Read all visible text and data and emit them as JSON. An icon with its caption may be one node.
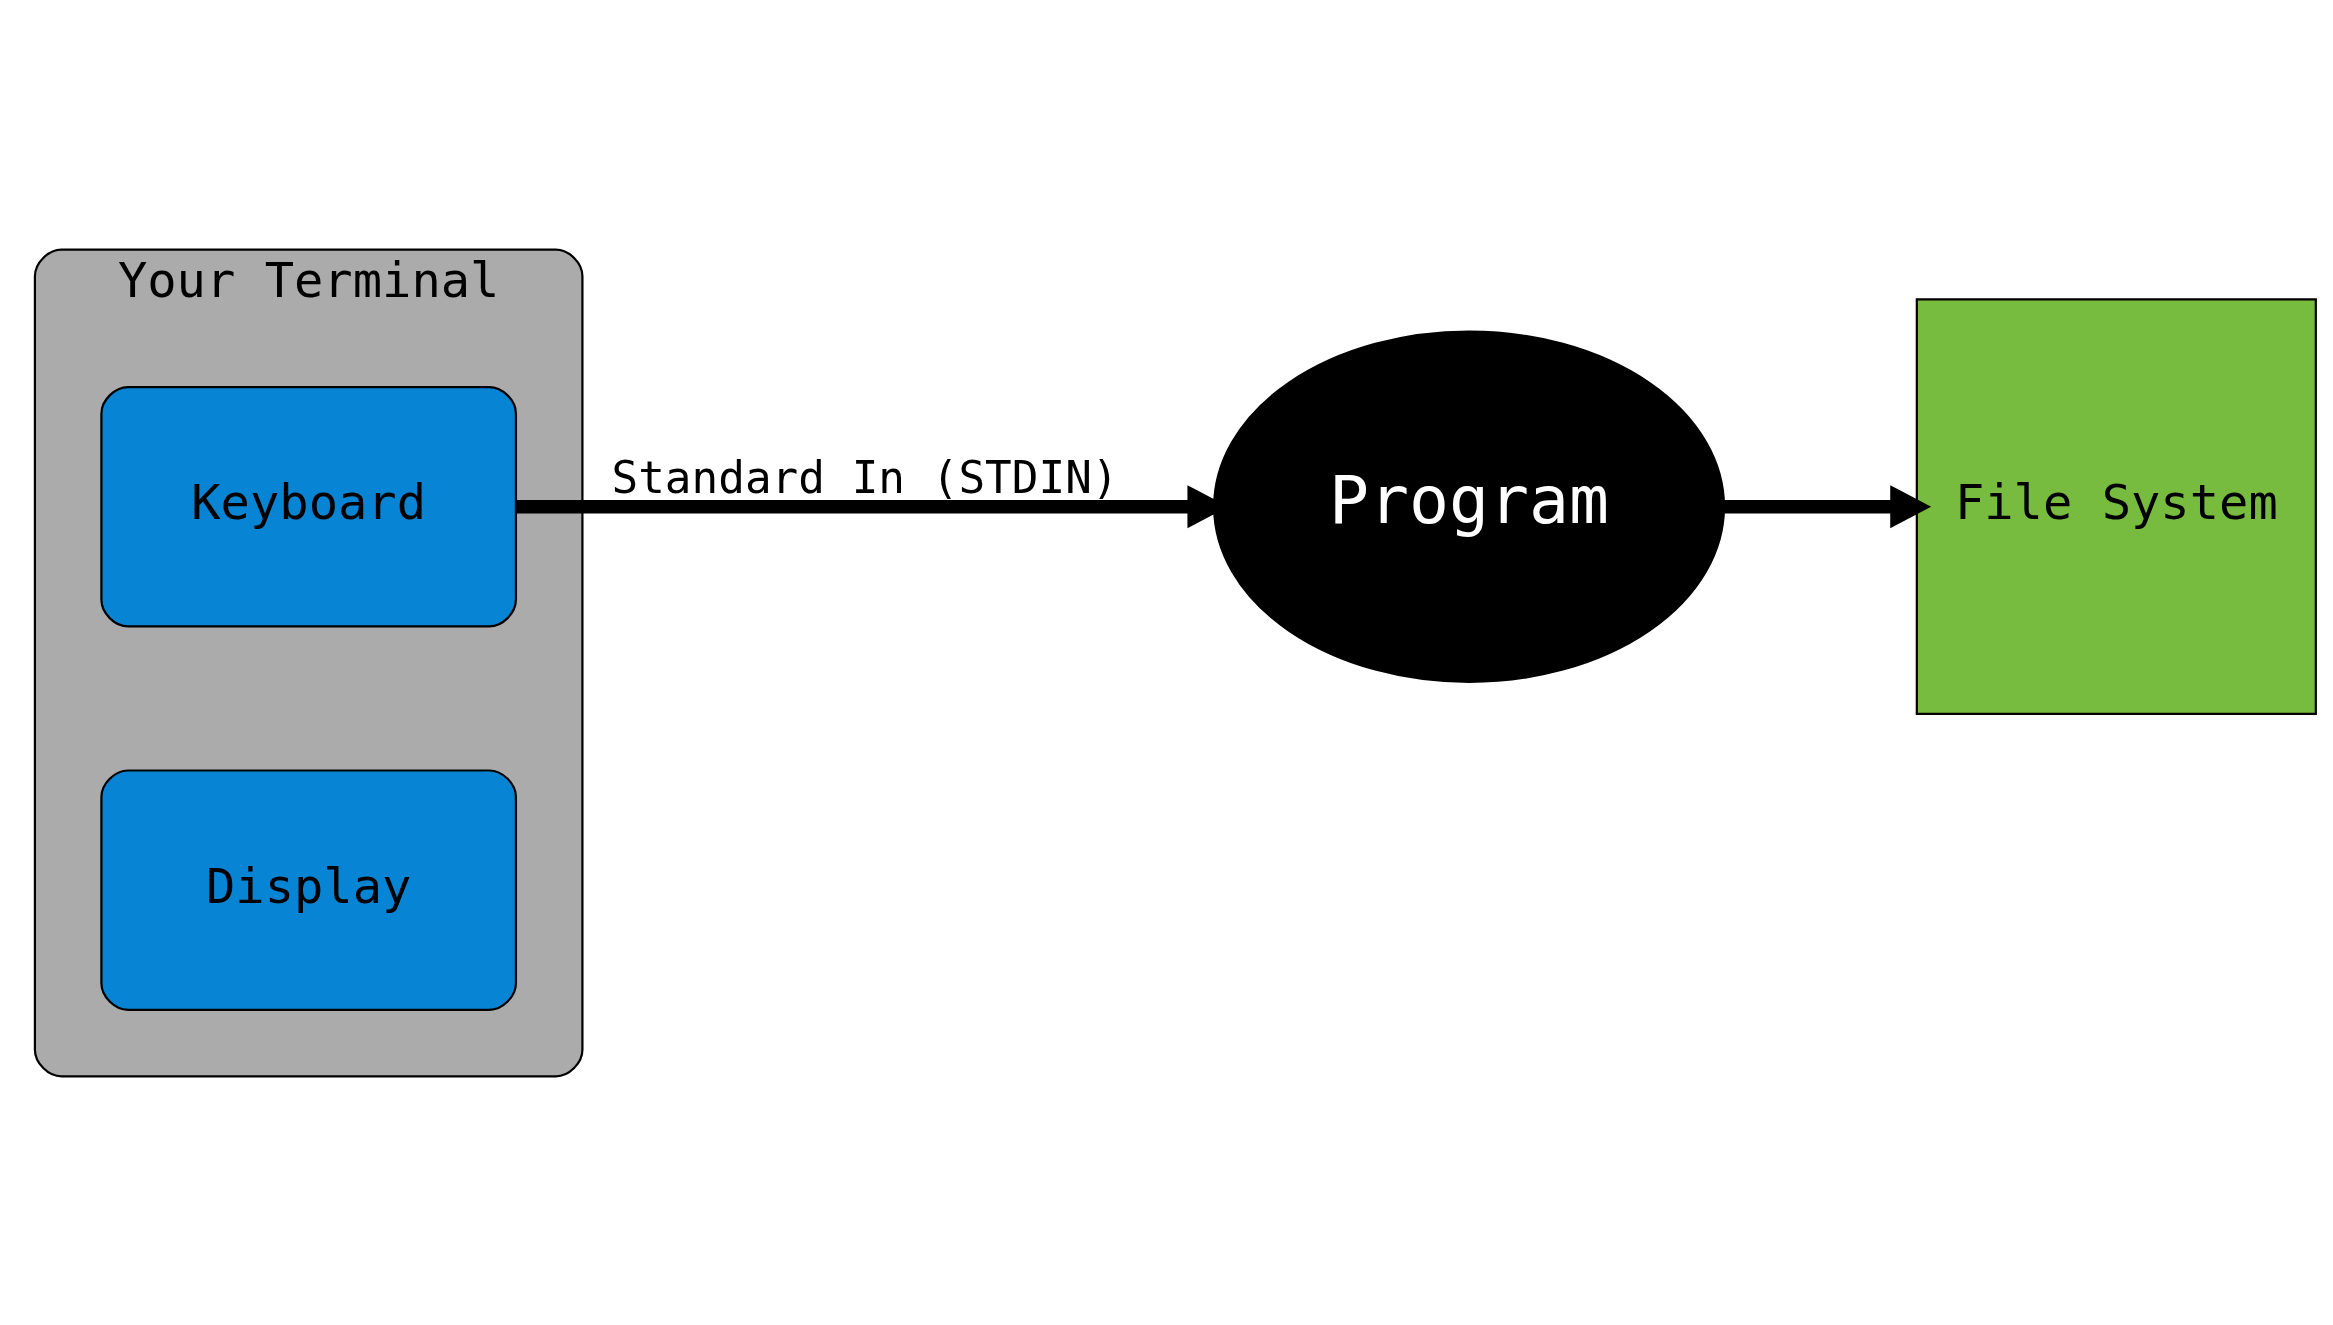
{
  "diagram": {
    "nodes": [
      {
        "text": [
          "Your Terminal"
        ]
      },
      {
        "text": [
          "Keyboard"
        ],
        "in": 0
      },
      {
        "text": [
          "Display"
        ],
        "in": 0
      },
      {
        "text": [
          "Program"
        ]
      },
      {
        "text": [
          "File System"
        ]
      }
    ],
    "edges": [
      {
        "from": 1,
        "to": 3,
        "arrow": "to",
        "label": "Standard In (STDIN)"
      },
      {
        "from": 3,
        "to": 4,
        "arrow": "to"
      }
    ]
  }
}
